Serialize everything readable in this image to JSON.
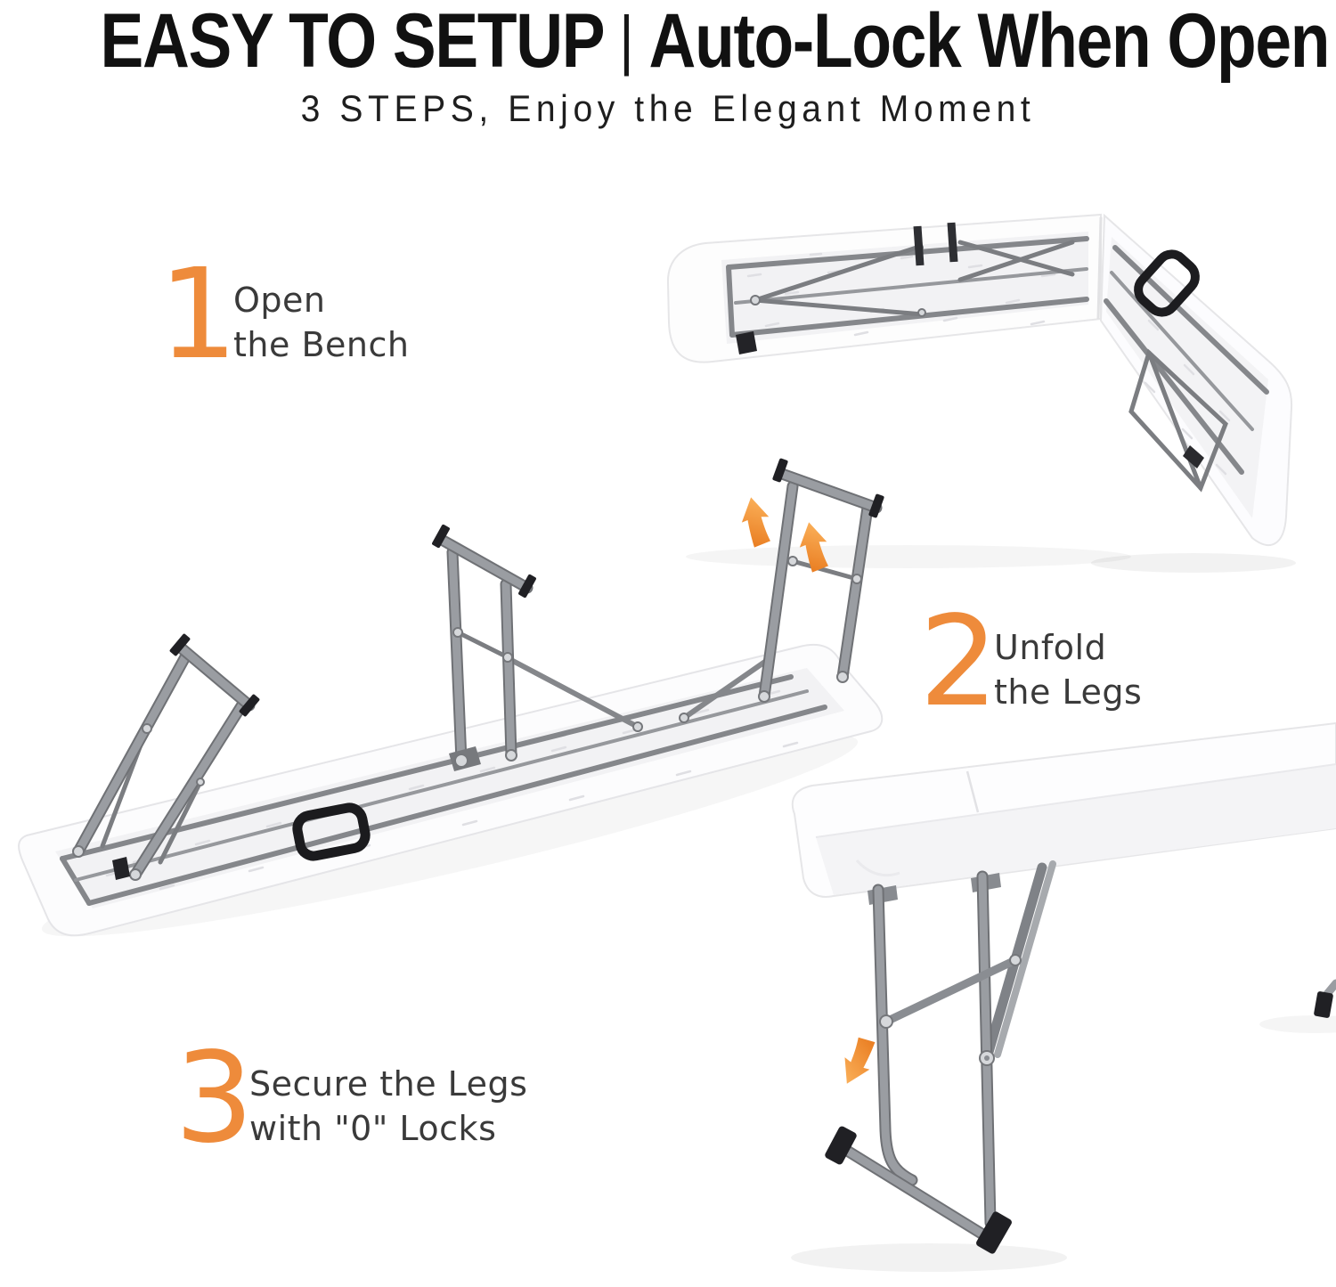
{
  "page": {
    "background_color": "#FFFFFF"
  },
  "header": {
    "title_left": "EASY TO SETUP",
    "title_separator": "|",
    "title_right": "Auto-Lock When Open",
    "subtitle": "3 STEPS, Enjoy the Elegant Moment"
  },
  "steps": [
    {
      "number": "1",
      "line1": "Open",
      "line2": "the Bench"
    },
    {
      "number": "2",
      "line1": "Unfold",
      "line2": "the Legs"
    },
    {
      "number": "3",
      "line1": "Secure the Legs",
      "line2": "with \"0\" Locks"
    }
  ],
  "colors": {
    "accent_orange": "#EE8B3B",
    "arrow_gradient_dark": "#E87A1E",
    "arrow_gradient_light": "#F9AC55",
    "title_black": "#111111",
    "step_text": "#3A3A3A",
    "frame_gray": "#85878B",
    "bench_white": "#FCFCFD",
    "handle_black": "#1C1C1F"
  },
  "icons": {
    "step2_arrows": "up-arrow-icon",
    "step3_arrow": "down-left-arrow-icon",
    "carry_handle": "handle-icon"
  },
  "illustrations": {
    "folded": "folded-bench-half-open",
    "unfolding": "bench-upside-down-legs-unfolding",
    "assembled": "assembled-bench-standing"
  }
}
